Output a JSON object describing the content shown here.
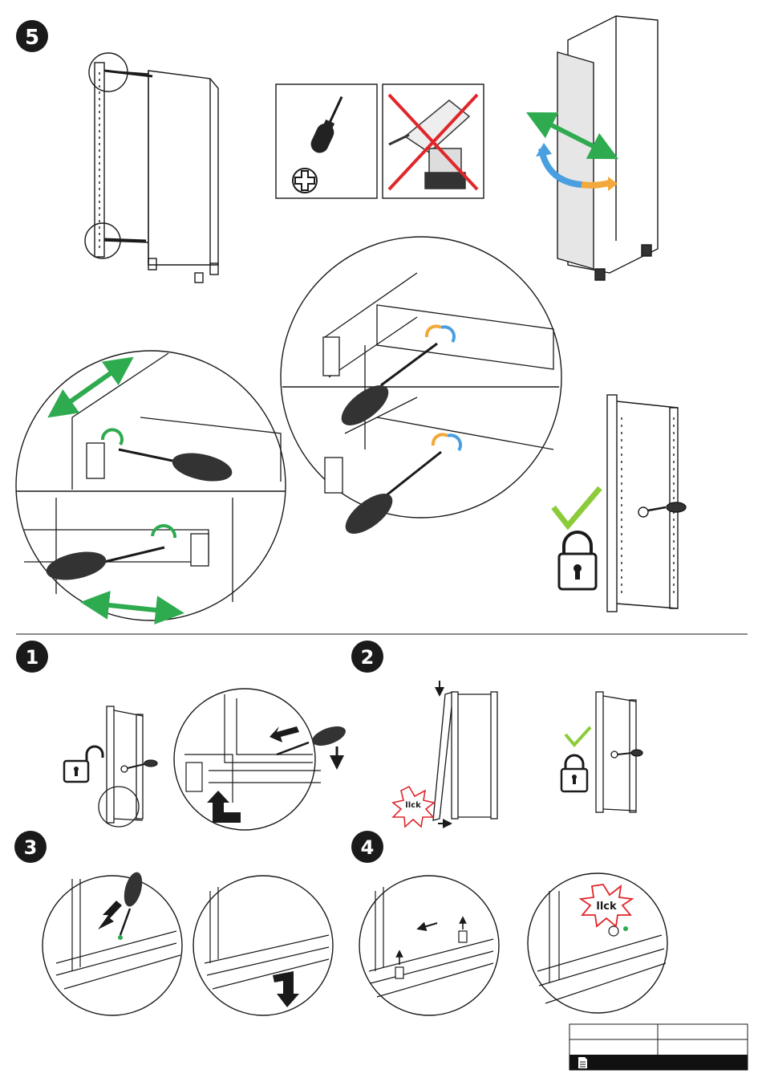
{
  "steps": {
    "step5": "5",
    "step1": "1",
    "step2": "2",
    "step3": "3",
    "step4": "4"
  },
  "sound_effects": {
    "click_step2": "llck",
    "click_step4": "llck"
  },
  "colors": {
    "ink": "#1a1a1a",
    "green_arrow": "#2eaa4f",
    "blue_arrow": "#4a9fe0",
    "orange_arrow": "#f2a83a",
    "checkmark": "#8ccc3a",
    "prohibition": "#e0262b",
    "burst_red": "#e0262b",
    "door_panel": "#e6e6e6",
    "footer_bar": "#111111"
  },
  "icons": {
    "tool_allowed": "phillips-screwdriver-icon",
    "tool_forbidden": "cordless-drill-icon",
    "locked": "padlock-closed-icon",
    "unlocked": "padlock-open-icon",
    "ok": "checkmark-icon",
    "footer_doc": "document-icon"
  }
}
